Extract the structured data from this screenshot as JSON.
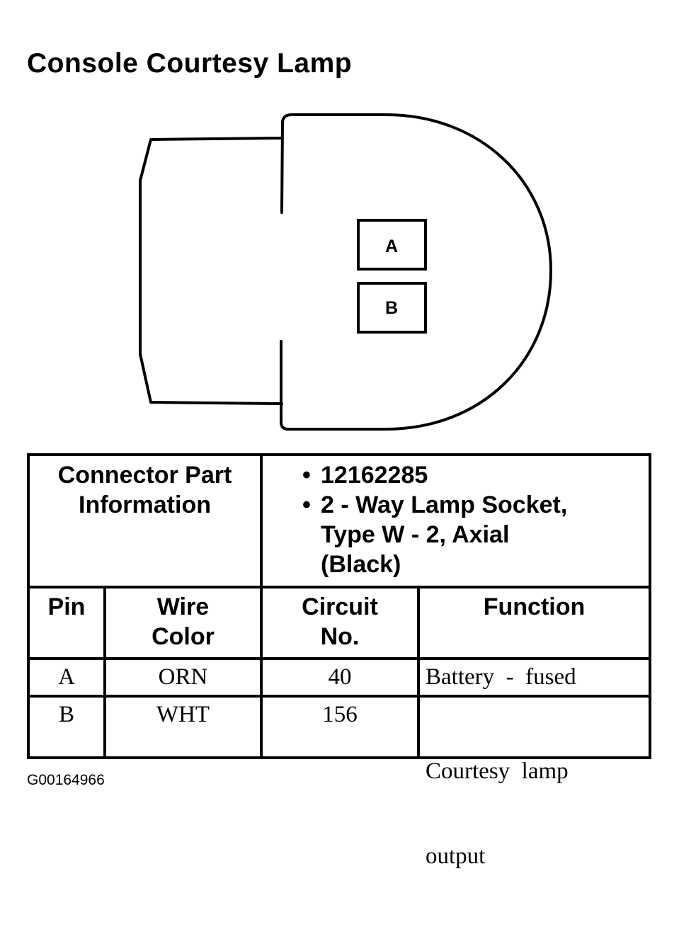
{
  "title": "Console Courtesy Lamp",
  "connector": {
    "pins": [
      "A",
      "B"
    ]
  },
  "part_info": {
    "label_line1": "Connector Part",
    "label_line2": "Information",
    "items": [
      {
        "bullet": "•",
        "text": "12162285"
      },
      {
        "bullet": "•",
        "text": "2 - Way Lamp Socket,"
      },
      {
        "bullet": "",
        "text": "Type W - 2, Axial"
      },
      {
        "bullet": "",
        "text": "(Black)"
      }
    ]
  },
  "table": {
    "headers": {
      "pin": "Pin",
      "wire_color_line1": "Wire",
      "wire_color_line2": "Color",
      "circuit_line1": "Circuit",
      "circuit_line2": "No.",
      "function": "Function"
    },
    "rows": [
      {
        "pin": "A",
        "wire_color": "ORN",
        "circuit": "40",
        "function_line1": "Battery  -  fused",
        "function_line2": ""
      },
      {
        "pin": "B",
        "wire_color": "WHT",
        "circuit": "156",
        "function_line1": "Courtesy  lamp",
        "function_line2": "output"
      }
    ]
  },
  "ref_code": "G00164966"
}
